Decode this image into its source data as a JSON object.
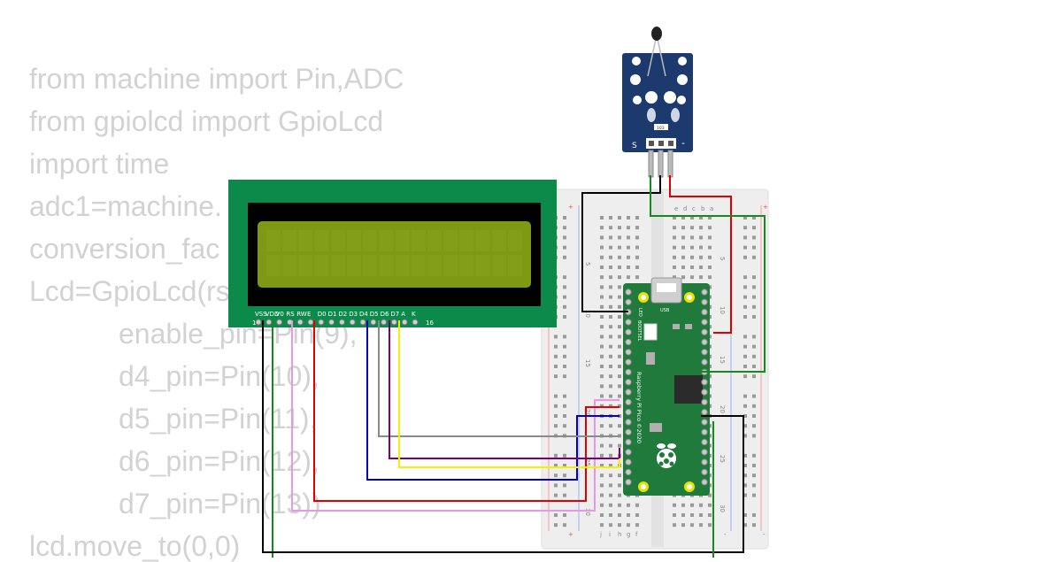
{
  "code": {
    "lines": [
      "from machine import Pin,ADC",
      "from gpiolcd import GpioLcd",
      "import time",
      "adc1=machine.",
      "conversion_fac",
      "Lcd=GpioLcd(rs",
      "enable_pin=Pin(9),",
      "d4_pin=Pin(10),",
      "d5_pin=Pin(11),",
      "d6_pin=Pin(12),",
      "d7_pin=Pin(13))",
      "lcd.move_to(0,0)"
    ]
  },
  "lcd": {
    "pin_labels": [
      "VSS",
      "VDD",
      "V0",
      "RS",
      "RW",
      "E",
      "D0",
      "D1",
      "D2",
      "D3",
      "D4",
      "D5",
      "D6",
      "D7",
      "A",
      "K"
    ],
    "pin_first": "1",
    "pin_last": "16"
  },
  "sensor": {
    "label_signal": "S",
    "label_minus": "-",
    "resistor_code": "103"
  },
  "pico": {
    "silkscreen": "Raspberry Pi Pico ©2020",
    "usb_label": "USB",
    "led_label": "LED",
    "bootsel_label": "BOOTSEL"
  },
  "breadboard": {
    "row_numbers": [
      "5",
      "10",
      "15",
      "20",
      "25",
      "30"
    ],
    "col_letters_right": [
      "a",
      "b",
      "c",
      "d",
      "e"
    ],
    "col_letters_left": [
      "f",
      "g",
      "h",
      "i",
      "j"
    ],
    "plus": "+",
    "minus": "-"
  },
  "colors": {
    "lcd_board": "#0b8a4a",
    "lcd_screen": "#7e9a14",
    "pico_board": "#1f7a3c",
    "sensor_board": "#1c3a6e",
    "wire_red": "#e00000",
    "wire_black": "#000000",
    "wire_green": "#128a1c",
    "wire_blue": "#0000c8",
    "wire_purple": "#7a0078",
    "wire_gray": "#8a8a8a",
    "wire_yellow": "#f4f000",
    "wire_pink": "#e896e8"
  }
}
